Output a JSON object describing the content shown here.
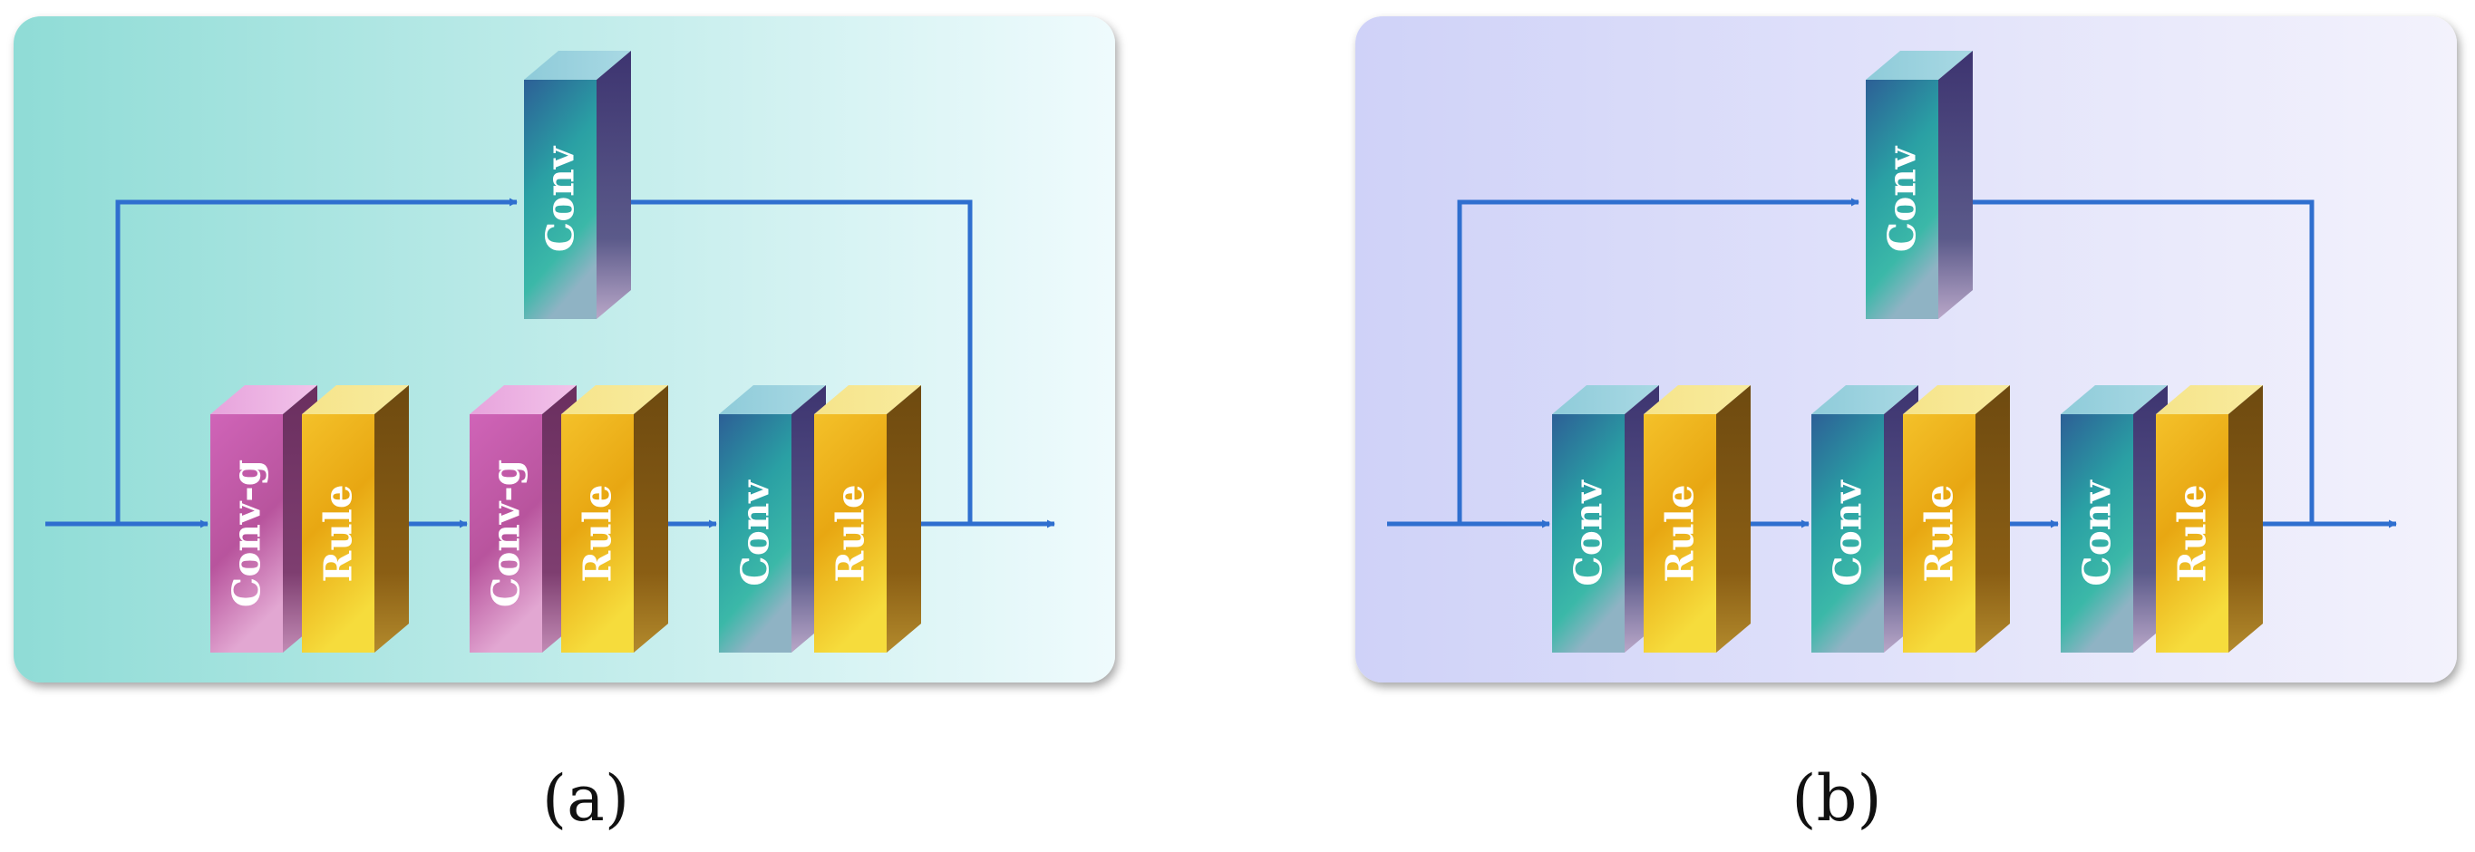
{
  "panels": [
    {
      "id": "a",
      "caption": "(a)",
      "top_block": {
        "label": "Conv",
        "kind": "conv"
      },
      "chain": [
        {
          "label": "Conv-g",
          "kind": "convg"
        },
        {
          "label": "Rule",
          "kind": "rule"
        },
        {
          "label": "Conv-g",
          "kind": "convg"
        },
        {
          "label": "Rule",
          "kind": "rule"
        },
        {
          "label": "Conv",
          "kind": "conv"
        },
        {
          "label": "Rule",
          "kind": "rule"
        }
      ],
      "background_gradient": [
        "#8fdcd6",
        "#effbfd"
      ]
    },
    {
      "id": "b",
      "caption": "(b)",
      "top_block": {
        "label": "Conv",
        "kind": "conv"
      },
      "chain": [
        {
          "label": "Conv",
          "kind": "conv"
        },
        {
          "label": "Rule",
          "kind": "rule"
        },
        {
          "label": "Conv",
          "kind": "conv"
        },
        {
          "label": "Rule",
          "kind": "rule"
        },
        {
          "label": "Conv",
          "kind": "conv"
        },
        {
          "label": "Rule",
          "kind": "rule"
        }
      ],
      "background_gradient": [
        "#cfd2f8",
        "#f3f2fc"
      ]
    }
  ],
  "colors": {
    "arrow": "#2f6fcf",
    "conv": "#2f9aa6",
    "conv_g": "#c45aa6",
    "rule": "#efb31a"
  }
}
